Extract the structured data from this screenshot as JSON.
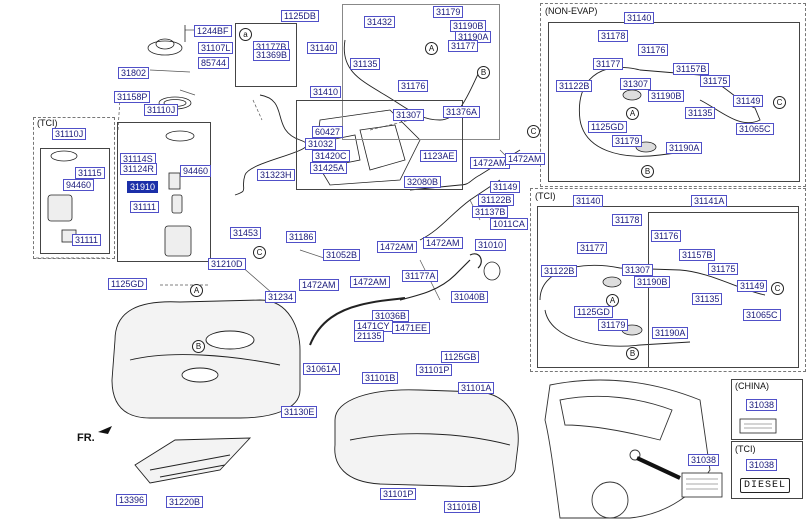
{
  "frames": {
    "tci_left": "(TCI)",
    "non_evap": "(NON-EVAP)",
    "tci_right": "(TCI)",
    "china": "(CHINA)",
    "tci_small": "(TCI)",
    "sub_a": "a"
  },
  "orientation_label": "FR.",
  "diesel_label": "DIESEL",
  "callouts": [
    "A",
    "B",
    "C"
  ],
  "labels": {
    "p1244BF": "1244BF",
    "p31107L": "31107L",
    "p85744": "85744",
    "p31802": "31802",
    "p31158P": "31158P",
    "p31110J": "31110J",
    "p31177B": "31177B",
    "p31369B": "31369B",
    "p1125DB": "1125DB",
    "p31140_top": "31140",
    "p31432": "31432",
    "p31135_top": "31135",
    "p31179_top": "31179",
    "p31190B_top": "31190B",
    "p31190A_top": "31190A",
    "p31177_top": "31177",
    "p31176_top": "31176",
    "p31307_top": "31307",
    "p31376A": "31376A",
    "p31410": "31410",
    "p60427": "60427",
    "p31032": "31032",
    "p31420C": "31420C",
    "p31425A": "31425A",
    "p1123AE": "1123AE",
    "p32080B": "32080B",
    "p31323H": "31323H",
    "p31110J_tci": "31110J",
    "p31115": "31115",
    "p94460_tci": "94460",
    "p31111_tci": "31111",
    "p31114S": "31114S",
    "p31124R": "31124R",
    "p94460": "94460",
    "p31910": "31910",
    "p31111": "31111",
    "p31453": "31453",
    "p31186": "31186",
    "p31210D": "31210D",
    "p31234": "31234",
    "p1125GD_main": "1125GD",
    "p31052B": "31052B",
    "p1472AM_a": "1472AM",
    "p1472AM_b": "1472AM",
    "p1472AM_c": "1472AM",
    "p1472AM_d": "1472AM",
    "p1472AM_e": "1472AM",
    "p1472AM_f": "1472AM",
    "p31149_mid": "31149",
    "p31122B_mid": "31122B",
    "p31137B": "31137B",
    "p1011CA": "1011CA",
    "p31010": "31010",
    "p31177A": "31177A",
    "p31040B": "31040B",
    "p31036B": "31036B",
    "p1471CY": "1471CY",
    "p1471EE": "1471EE",
    "p21135": "21135",
    "p1125GB": "1125GB",
    "p31061A": "31061A",
    "p31130E": "31130E",
    "p31101B_a": "31101B",
    "p31101P_a": "31101P",
    "p31101A": "31101A",
    "p31101P_b": "31101P",
    "p31101B_b": "31101B",
    "p31220B": "31220B",
    "p13396": "13396",
    "ne_31140": "31140",
    "ne_31178": "31178",
    "ne_31176": "31176",
    "ne_31177": "31177",
    "ne_31157B": "31157B",
    "ne_31122B": "31122B",
    "ne_31175": "31175",
    "ne_31307": "31307",
    "ne_31190B": "31190B",
    "ne_31149": "31149",
    "ne_31135": "31135",
    "ne_1125GD": "1125GD",
    "ne_31065C": "31065C",
    "ne_31179": "31179",
    "ne_31190A": "31190A",
    "tr_31140": "31140",
    "tr_31141A": "31141A",
    "tr_31178": "31178",
    "tr_31176": "31176",
    "tr_31177": "31177",
    "tr_31157B": "31157B",
    "tr_31122B": "31122B",
    "tr_31175": "31175",
    "tr_31307": "31307",
    "tr_31190B": "31190B",
    "tr_31149": "31149",
    "tr_31135": "31135",
    "tr_1125GD": "1125GD",
    "tr_31065C": "31065C",
    "tr_31179": "31179",
    "tr_31190A": "31190A",
    "c_31038": "31038",
    "t_31038": "31038",
    "car_31038": "31038"
  }
}
